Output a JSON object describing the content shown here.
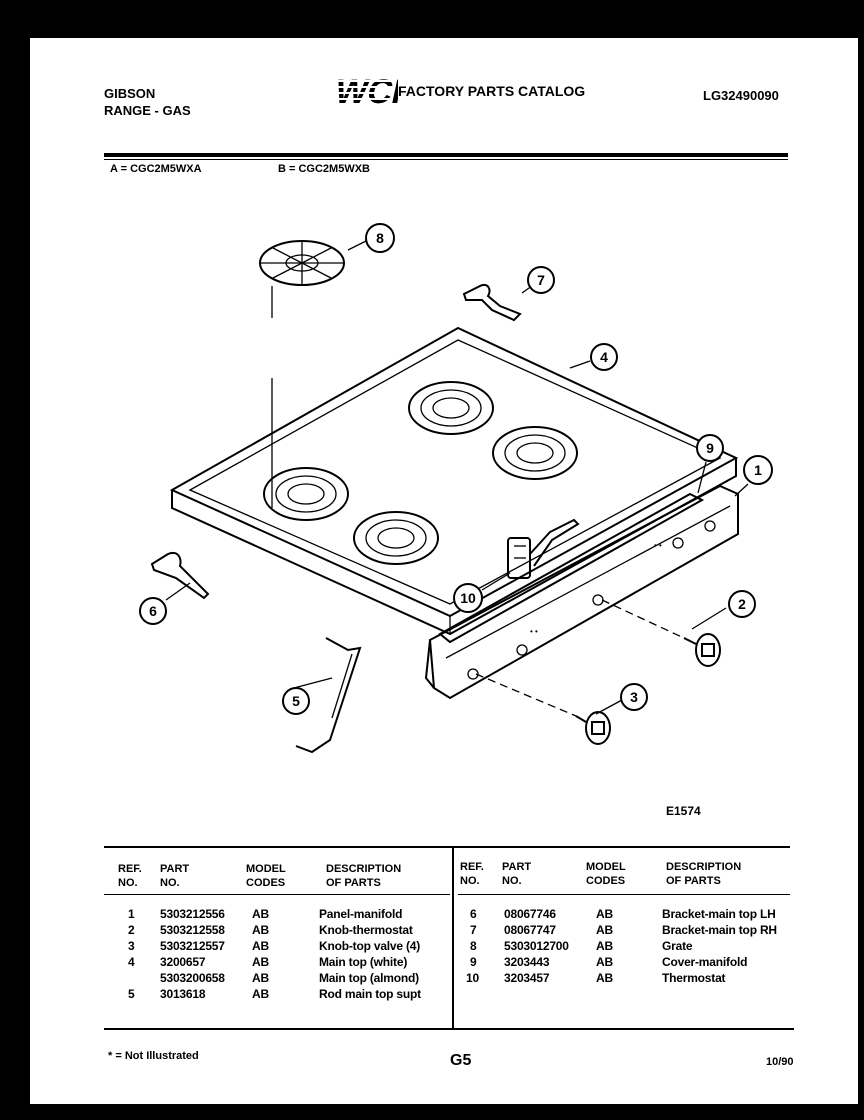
{
  "header": {
    "brand": "GIBSON",
    "product": "RANGE - GAS",
    "logo_text": "WCI",
    "catalog_title": "FACTORY PARTS CATALOG",
    "catalog_number": "LG32490090"
  },
  "models": {
    "a": "A = CGC2M5WXA",
    "b": "B = CGC2M5WXB"
  },
  "diagram": {
    "figure_code": "E1574",
    "callouts": [
      "1",
      "2",
      "3",
      "4",
      "5",
      "6",
      "7",
      "8",
      "9",
      "10"
    ]
  },
  "table": {
    "headers": {
      "ref": [
        "REF.",
        "NO."
      ],
      "part": [
        "PART",
        "NO."
      ],
      "model": [
        "MODEL",
        "CODES"
      ],
      "desc": [
        "DESCRIPTION",
        "OF PARTS"
      ]
    },
    "left_rows": [
      {
        "ref": "1",
        "part": "5303212556",
        "codes": "AB",
        "desc": "Panel-manifold"
      },
      {
        "ref": "2",
        "part": "5303212558",
        "codes": "AB",
        "desc": "Knob-thermostat"
      },
      {
        "ref": "3",
        "part": "5303212557",
        "codes": "AB",
        "desc": "Knob-top valve (4)"
      },
      {
        "ref": "4",
        "part": "3200657",
        "codes": "AB",
        "desc": "Main top (white)"
      },
      {
        "ref": "",
        "part": "5303200658",
        "codes": "AB",
        "desc": "Main top (almond)"
      },
      {
        "ref": "5",
        "part": "3013618",
        "codes": "AB",
        "desc": "Rod main top supt"
      }
    ],
    "right_rows": [
      {
        "ref": "6",
        "part": "08067746",
        "codes": "AB",
        "desc": "Bracket-main top LH"
      },
      {
        "ref": "7",
        "part": "08067747",
        "codes": "AB",
        "desc": "Bracket-main top RH"
      },
      {
        "ref": "8",
        "part": "5303012700",
        "codes": "AB",
        "desc": "Grate"
      },
      {
        "ref": "9",
        "part": "3203443",
        "codes": "AB",
        "desc": "Cover-manifold"
      },
      {
        "ref": "10",
        "part": "3203457",
        "codes": "AB",
        "desc": "Thermostat"
      }
    ]
  },
  "footer": {
    "note": "* = Not Illustrated",
    "page": "G5",
    "date": "10/90"
  }
}
